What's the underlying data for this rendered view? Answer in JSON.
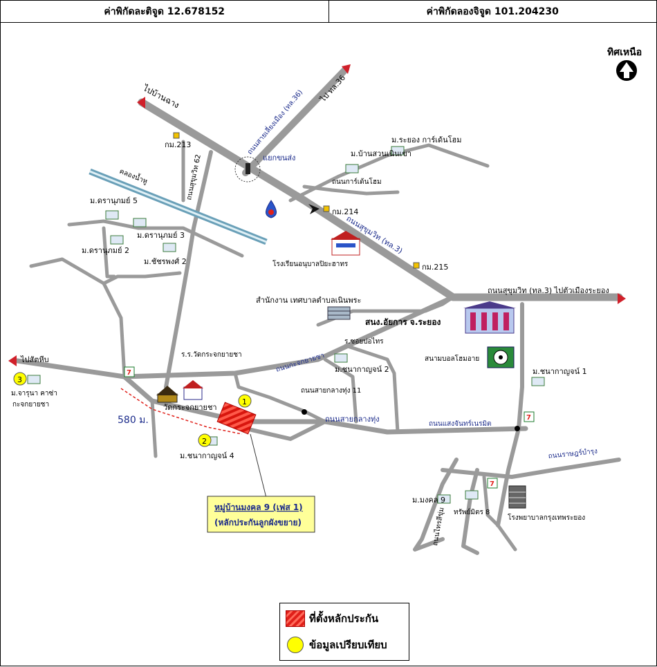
{
  "header": {
    "latitude": "ค่าพิกัดละติจูด 12.678152",
    "longitude": "ค่าพิกัดลองจิจูด 101.204230"
  },
  "north": {
    "label": "ทิศเหนือ"
  },
  "roads": {
    "to_ban_chang": "ไปบ้านฉาง",
    "to_rt36": "ไป ทล.36",
    "road_364": "ถนนสายเลี่ยงเมือง (ทล.36)",
    "sukhumvit_62": "ถนนสุขุมวิท 62",
    "sukhumvit_3": "ถนนสุขุมวิท (ทล.3)",
    "sukhumvit_3_east": "ถนนสุขุมวิท (ทล.3) ไปตัวเมืองระยอง",
    "intersection": "แยกขนส่ง",
    "to_sattahip": "ไปสัตหีบ",
    "chak_yai_cha": "ถนนกะจกยายชา",
    "sai_klang_thung": "ถนนสายกลางทุ่ง",
    "sai_klang_thung_11": "ถนนสายกลางทุ่ง 11",
    "rat_bamrung": "ถนนราษฎร์บำรุง",
    "saeng_chan": "ถนนแสงจันทร์เนรมิต",
    "sai_loong": "ถนนไทรสีขุ่ม",
    "canal": "คลองน้ำหู",
    "sichon_pho": "ร.ซอยบ่อไทร"
  },
  "places": {
    "km213": "กม.213",
    "km214": "กม.214",
    "km215": "กม.215",
    "rayong_garden": "ม.ระยอง การ์เด้นโฮม",
    "ban_suan": "ม.บ้านสวนเนินเขา",
    "nern_phra_road": "ถนนการ์เด้นโฮม",
    "darasamut5": "ม.ดรานุภมย์ 5",
    "darasamut3": "ม.ดรานุภมย์ 3",
    "darasamut2": "ม.ดรานุภมย์ 2",
    "chatchaphong2": "ม.ชัชรพงศ์ 2",
    "school": "โรงเรียนอนุบาลปิยะฮาทร",
    "office": "สำนักงาน เทศบาลตำบลเนินพระ",
    "sanong": "สนง.อัยการ จ.ระยอง",
    "stadium": "สนามบอลโฮมอาย",
    "wat_school": "ร.ร.วัดกระจกยายชา",
    "wat": "วัดกระจกยายชา",
    "khanakarn1": "ม.ชนากาญจน์ 1",
    "khanakarn2": "ม.ชนากาญจน์ 2",
    "khanakarn4": "ม.ชนากาญจน์ 4",
    "mongkol9": "ม.มงคล 9",
    "sap_mitr": "ทรัพย์มิตร 8",
    "hospital": "โรงพยาบาลกรุงเทพระยอง",
    "jarana": "ม.จารุนา คาซ่า",
    "jarana_sub": "กะจกยายชา",
    "distance": "580 ม."
  },
  "callout": {
    "line1": "หมู่บ้านมงคล 9 (เฟส 1)",
    "line2": "(หลักประกันลูกผังขยาย)"
  },
  "markers": {
    "main": "1",
    "c2": "2",
    "c3": "3"
  },
  "legend": {
    "collateral": "ที่ตั้งหลักประกัน",
    "comparison": "ข้อมูลเปรียบเทียบ"
  },
  "colors": {
    "road": "#9a9a9a",
    "collateral": "#e0201a",
    "marker": "#ffff00",
    "label_blue": "#1a2a8a",
    "callout_bg": "#ffff99"
  }
}
